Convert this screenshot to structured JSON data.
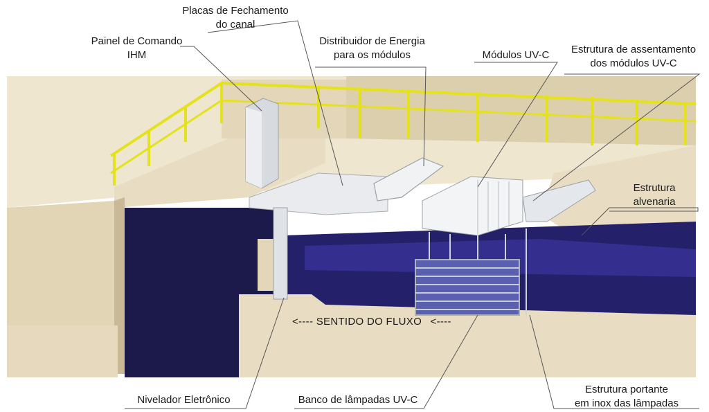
{
  "labels": {
    "placas": [
      "Placas de Fechamento",
      "do canal"
    ],
    "painel": [
      "Painel de Comando",
      "IHM"
    ],
    "distribuidor": [
      "Distribuidor de Energia",
      "para os módulos"
    ],
    "modulos": "Módulos UV-C",
    "estrutura_assentamento": [
      "Estrutura de assentamento",
      "dos módulos UV-C"
    ],
    "estrutura_alvenaria": [
      "Estrutura",
      "alvenaria"
    ],
    "nivelador": "Nivelador Eletrônico",
    "banco": "Banco de lâmpadas UV-C",
    "estrutura_portante": [
      "Estrutura portante",
      "em inox das lâmpadas"
    ]
  },
  "flow": {
    "arrow_left": "<----",
    "text": "SENTIDO DO FLUXO",
    "arrow_right": "<----"
  },
  "colors": {
    "concrete": "#e8dcc2",
    "concrete_shade": "#c9b996",
    "water": "#1c1a4a",
    "water_light": "#3a34a0",
    "railing": "#e3e21c",
    "steel": "#dfe2e6"
  }
}
